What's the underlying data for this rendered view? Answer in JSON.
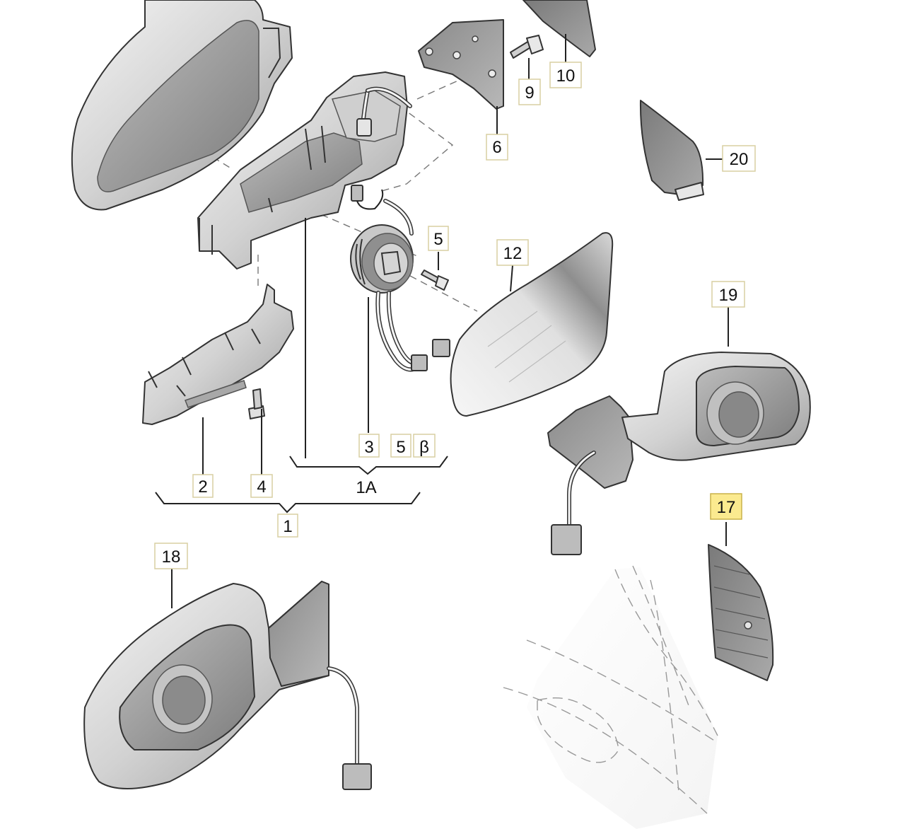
{
  "callouts": [
    {
      "id": "c1",
      "label": "1",
      "highlighted": false
    },
    {
      "id": "c1a",
      "label": "1A",
      "highlighted": false
    },
    {
      "id": "c2",
      "label": "2",
      "highlighted": false
    },
    {
      "id": "c3",
      "label": "3",
      "highlighted": false
    },
    {
      "id": "c4",
      "label": "4",
      "highlighted": false
    },
    {
      "id": "c5a",
      "label": "5",
      "highlighted": false
    },
    {
      "id": "c5b",
      "label": "5",
      "highlighted": false
    },
    {
      "id": "c6a",
      "label": "6",
      "highlighted": false
    },
    {
      "id": "c6b",
      "label": "β",
      "highlighted": false
    },
    {
      "id": "c9",
      "label": "9",
      "highlighted": false
    },
    {
      "id": "c10",
      "label": "10",
      "highlighted": false
    },
    {
      "id": "c12",
      "label": "12",
      "highlighted": false
    },
    {
      "id": "c17",
      "label": "17",
      "highlighted": true
    },
    {
      "id": "c18",
      "label": "18",
      "highlighted": false
    },
    {
      "id": "c19",
      "label": "19",
      "highlighted": false
    },
    {
      "id": "c20",
      "label": "20",
      "highlighted": false
    }
  ],
  "colors": {
    "highlight": "#fbea8f",
    "callout_border": "#d8cfa2",
    "part_fill": "#dcdcdc",
    "part_dark": "#9a9a9a"
  }
}
